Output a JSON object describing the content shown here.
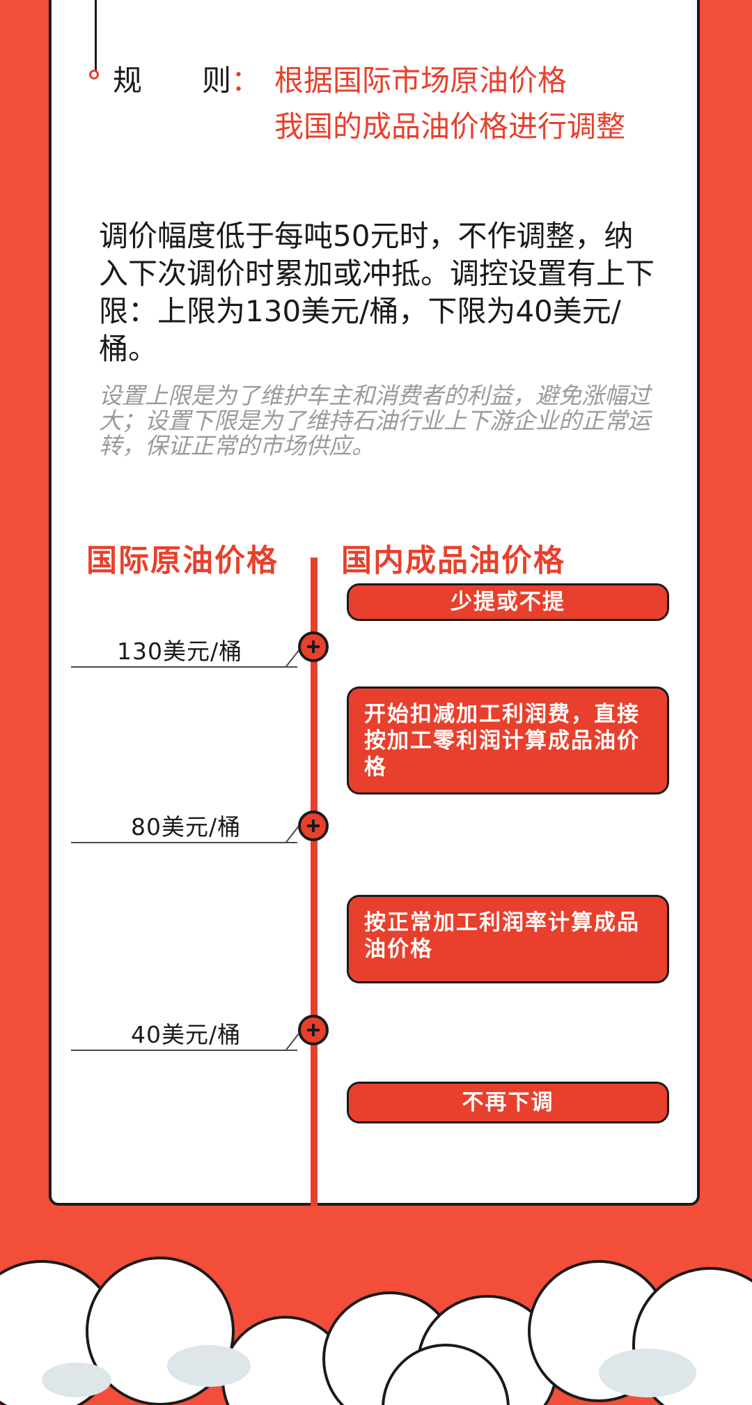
{
  "rule": {
    "label_left": "规",
    "label_right": "则",
    "colon": "：",
    "line1": "根据国际市场原油价格",
    "line2": "我国的成品油价格进行调整"
  },
  "paragraph_main": "调价幅度低于每吨50元时，不作调整，纳入下次调价时累加或冲抵。调控设置有上下限：上限为130美元/桶，下限为40美元/桶。",
  "paragraph_note": "设置上限是为了维护车主和消费者的利益，避免涨幅过大；设置下限是为了维持石油行业上下游企业的正常运转，保证正常的市场供应。",
  "columns": {
    "left": "国际原油价格",
    "right": "国内成品油价格"
  },
  "prices": [
    {
      "label": "130美元/桶"
    },
    {
      "label": "80美元/桶"
    },
    {
      "label": "40美元/桶"
    }
  ],
  "boxes": [
    {
      "text": "少提或不提"
    },
    {
      "text": "开始扣减加工利润费，直接按加工零利润计算成品油价格"
    },
    {
      "text": "按正常加工利润率计算成品油价格"
    },
    {
      "text": "不再下调"
    }
  ],
  "colors": {
    "accent": "#e8402c",
    "background": "#f24e3a",
    "card": "#ffffff",
    "text": "#1a1a1a",
    "note": "#9a9a9a"
  }
}
